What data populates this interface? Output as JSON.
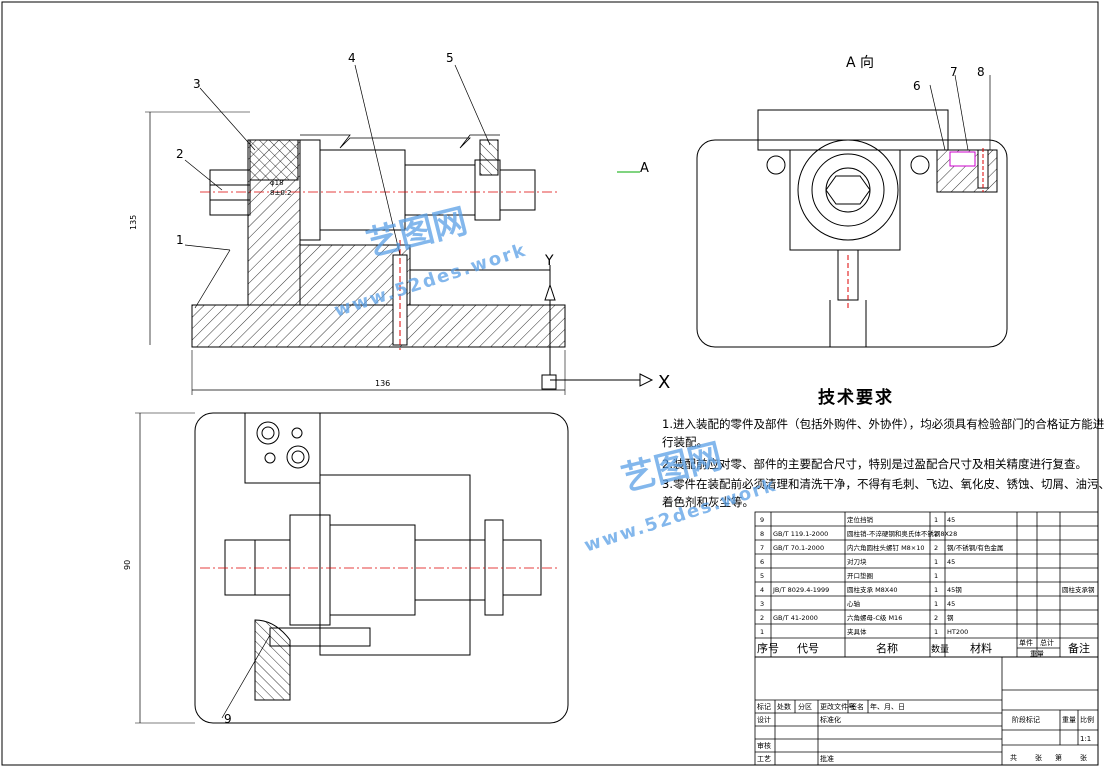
{
  "drawing": {
    "view_label_a": "A 向",
    "arrow_label_a": "A",
    "section_mark_x": "X",
    "section_mark_y": "Y",
    "dim_width_front": "136",
    "dim_height_front": "135",
    "dim_height_top": "90",
    "dim_small": "8±0.2",
    "dim_small2": "φ18",
    "callouts": [
      "1",
      "2",
      "3",
      "4",
      "5",
      "6",
      "7",
      "8",
      "9"
    ]
  },
  "tech": {
    "title": "技术要求",
    "lines": [
      "1.进入装配的零件及部件（包括外购件、外协件），均必须具有检验部门的合格证方能进",
      "行装配。",
      "2.装配前应对零、部件的主要配合尺寸，特别是过盈配合尺寸及相关精度进行复查。",
      "3.零件在装配前必须清理和清洗干净，不得有毛刺、飞边、氧化皮、锈蚀、切屑、油污、",
      "着色剂和灰尘等。"
    ]
  },
  "watermark": {
    "brand": "艺图网",
    "url": "www.52des.work"
  },
  "bom": {
    "rows": [
      {
        "no": "9",
        "code": "",
        "name": "定位挡销",
        "qty": "1",
        "material": "45",
        "note": ""
      },
      {
        "no": "8",
        "code": "GB/T 119.1-2000",
        "name": "圆柱销-不淬硬钢和奥氏体不锈钢8X28",
        "qty": "2",
        "material": "",
        "note": ""
      },
      {
        "no": "7",
        "code": "GB/T 70.1-2000",
        "name": "内六角圆柱头螺钉 M8×10",
        "qty": "2",
        "material": "钢/不锈钢/有色金属",
        "note": ""
      },
      {
        "no": "6",
        "code": "",
        "name": "对刀块",
        "qty": "1",
        "material": "45",
        "note": ""
      },
      {
        "no": "5",
        "code": "",
        "name": "开口垫圈",
        "qty": "1",
        "material": "",
        "note": ""
      },
      {
        "no": "4",
        "code": "JB/T 8029.4-1999",
        "name": "圆柱支承 M8X40",
        "qty": "1",
        "material": "45钢",
        "note": "圆柱支承钢"
      },
      {
        "no": "3",
        "code": "",
        "name": "心轴",
        "qty": "1",
        "material": "45",
        "note": ""
      },
      {
        "no": "2",
        "code": "GB/T 41-2000",
        "name": "六角螺母-C级 M16",
        "qty": "2",
        "material": "钢",
        "note": ""
      },
      {
        "no": "1",
        "code": "",
        "name": "夹具体",
        "qty": "1",
        "material": "HT200",
        "note": ""
      }
    ],
    "header": {
      "no": "序号",
      "code": "代号",
      "name": "名称",
      "qty": "数量",
      "material": "材料",
      "unit": "单件",
      "total": "总计",
      "weight": "重量",
      "note": "备注"
    },
    "title_block": {
      "r1": [
        "标记",
        "处数",
        "分区",
        "更改文件号",
        "签名",
        "年、月、日"
      ],
      "design": "设计",
      "std": "标准化",
      "check": "审核",
      "process": "工艺",
      "approve": "批准",
      "stage": "阶段标记",
      "weight": "重量",
      "scale": "比例",
      "scale_value": "1:1",
      "sheets": [
        "共",
        "张",
        "第",
        "张"
      ]
    }
  }
}
